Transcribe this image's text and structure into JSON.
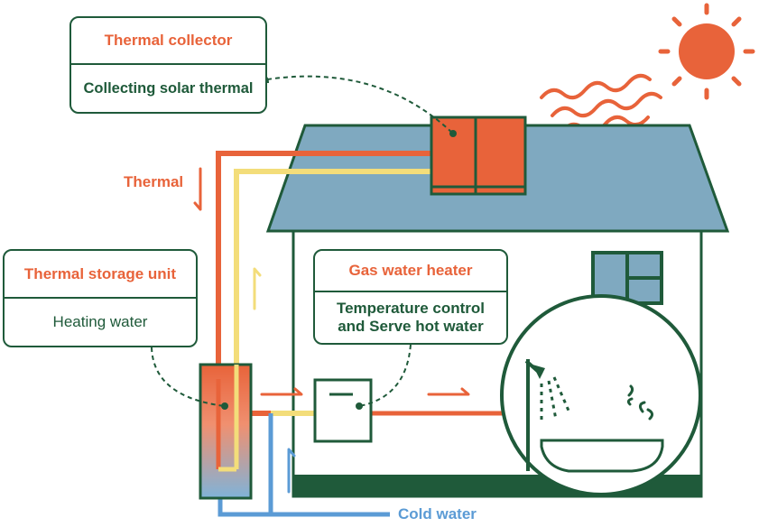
{
  "callouts": {
    "collector": {
      "title": "Thermal collector",
      "desc": "Collecting solar thermal"
    },
    "storage": {
      "title": "Thermal storage unit",
      "desc": "Heating water"
    },
    "heater": {
      "title": "Gas water heater",
      "desc_line1": "Temperature control",
      "desc_line2": "and Serve hot water"
    }
  },
  "labels": {
    "thermal": "Thermal",
    "cold_water": "Cold water"
  },
  "colors": {
    "outline": "#1f5a3a",
    "hot": "#e8633a",
    "warm": "#f3dd7a",
    "cold": "#5b9bd5",
    "roof": "#7fa9c0",
    "sun": "#e8633a"
  },
  "icons": [
    "sun-icon",
    "heat-wave-icon",
    "shower-head-icon",
    "bathtub-icon",
    "steam-icon",
    "window-icon"
  ]
}
